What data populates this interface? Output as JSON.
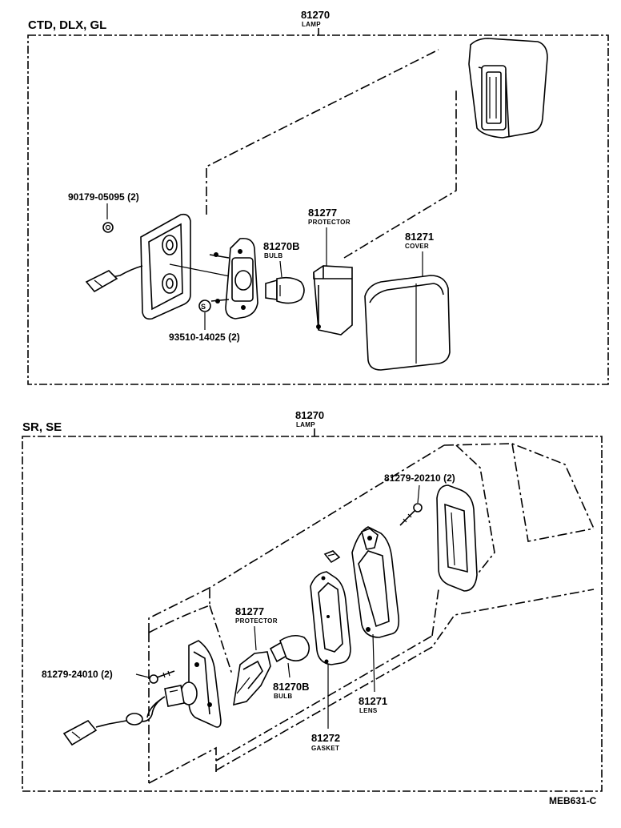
{
  "top": {
    "variant": "CTD, DLX, GL",
    "assembly": {
      "number": "81270",
      "name": "LAMP"
    },
    "parts": {
      "screw_nut": {
        "number": "90179-05095 (2)"
      },
      "screw": {
        "number": "93510-14025 (2)"
      },
      "bulb": {
        "number": "81270B",
        "name": "BULB"
      },
      "protector": {
        "number": "81277",
        "name": "PROTECTOR"
      },
      "cover": {
        "number": "81271",
        "name": "COVER"
      }
    }
  },
  "bottom": {
    "variant": "SR, SE",
    "assembly": {
      "number": "81270",
      "name": "LAMP"
    },
    "parts": {
      "screw_upper": {
        "number": "81279-20210 (2)"
      },
      "protector": {
        "number": "81277",
        "name": "PROTECTOR"
      },
      "screw_lower": {
        "number": "81279-24010 (2)"
      },
      "bulb": {
        "number": "81270B",
        "name": "BULB"
      },
      "lens": {
        "number": "81271",
        "name": "LENS"
      },
      "gasket": {
        "number": "81272",
        "name": "GASKET"
      }
    }
  },
  "diagram_code": "MEB631-C"
}
